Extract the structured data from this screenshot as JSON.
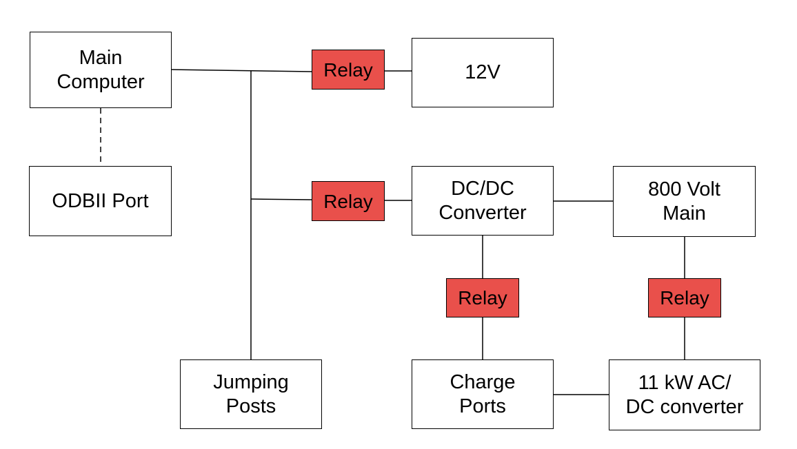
{
  "nodes": {
    "main_computer": [
      "Main",
      "Computer"
    ],
    "odbii_port": [
      "ODBII Port"
    ],
    "jumping_posts": [
      "Jumping",
      "Posts"
    ],
    "v12": [
      "12V"
    ],
    "dcdc_converter": [
      "DC/DC",
      "Converter"
    ],
    "main_800v": [
      "800 Volt",
      "Main"
    ],
    "charge_ports": [
      "Charge",
      "Ports"
    ],
    "ac_dc_converter": [
      "11 kW AC/",
      "DC converter"
    ]
  },
  "relay_label": "Relay",
  "colors": {
    "relay_fill": "#e9504b",
    "line": "#000000",
    "background": "#ffffff"
  }
}
